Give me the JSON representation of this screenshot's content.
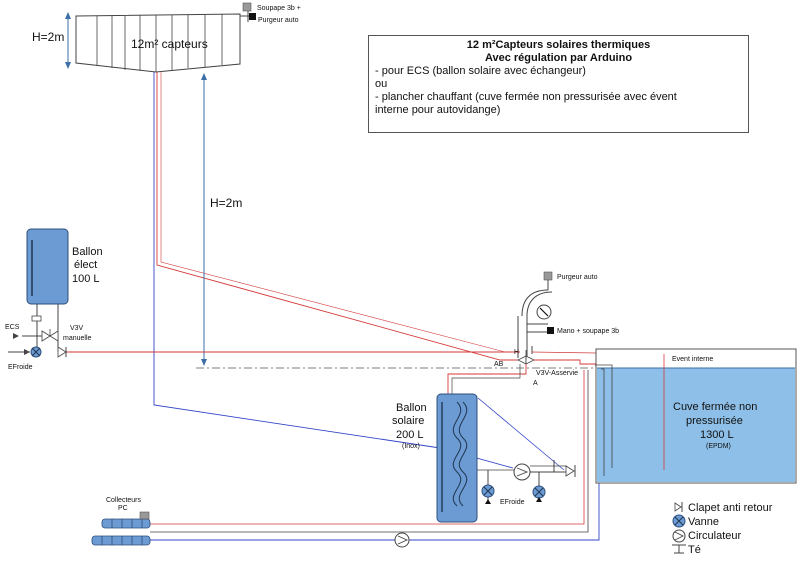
{
  "collector": {
    "label": "12m² capteurs",
    "height_label": "H=2m",
    "valve_label": "Soupape 3b +",
    "vent_label": "Purgeur auto"
  },
  "info_box": {
    "title_line1": "12 m²Capteurs solaires thermiques",
    "title_line2": "Avec régulation par Arduino",
    "lines": [
      "- pour ECS (ballon solaire avec échangeur)",
      "ou",
      "- plancher chauffant (cuve fermée non pressurisée avec évent",
      "interne pour autovidange)"
    ]
  },
  "riser_height_label": "H=2m",
  "electric_tank": {
    "name_line1": "Ballon",
    "name_line2": "élect",
    "capacity": "100 L"
  },
  "left_labels": {
    "ecs": "ECS",
    "v3v_line1": "V3V",
    "v3v_line2": "manuelle",
    "efroide": "EFroide"
  },
  "center_valve": {
    "vent_label": "Purgeur auto",
    "gauge_label": "Mano + soupape 3b",
    "port_h": "H",
    "port_ab": "AB",
    "port_a": "A",
    "name": "V3V-Asservie"
  },
  "solar_tank": {
    "name_line1": "Ballon",
    "name_line2": "solaire",
    "capacity": "200 L",
    "material": "(Inox)"
  },
  "bottom_efroide": "EFroide",
  "storage_tank": {
    "vent_label": "Event interne",
    "name_line1": "Cuve fermée non",
    "name_line2": "pressurisée",
    "capacity": "1300 L",
    "material": "(EPDM)"
  },
  "collectors_label": {
    "line1": "Collecteurs",
    "line2": "PC"
  },
  "legend": {
    "check_valve": "Clapet anti retour",
    "valve": "Vanne",
    "circulator": "Circulateur",
    "tee": "Té"
  },
  "colors": {
    "tank_fill": "#6b9bd2",
    "tank_stroke": "#2d4f7c",
    "hot_pipe": "#d43a3a",
    "cold_pipe": "#3346c8",
    "dim_line": "#3c6fa8",
    "storage_fill": "#8ebfe8"
  }
}
